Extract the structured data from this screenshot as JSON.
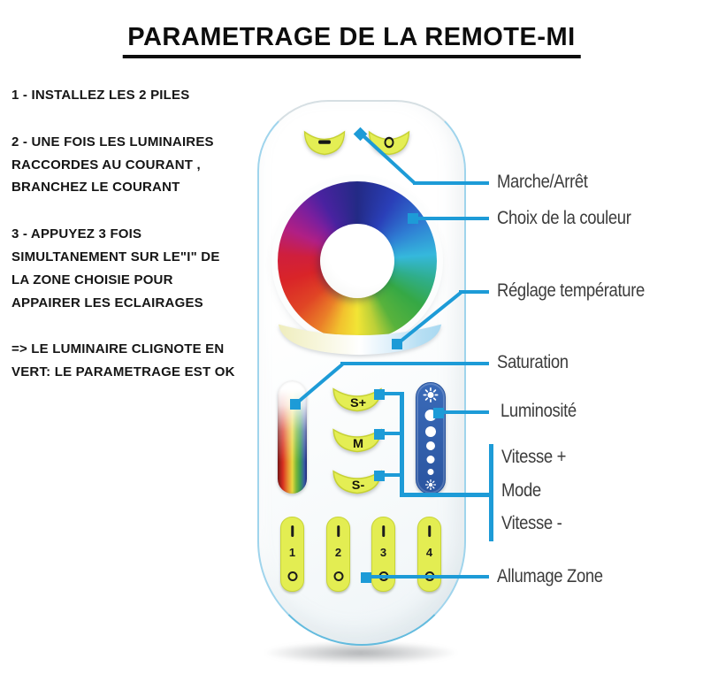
{
  "title": "PARAMETRAGE DE LA REMOTE-MI",
  "instructions": {
    "step1": "1 - INSTALLEZ LES 2 PILES",
    "step2": "2 - UNE FOIS LES LUMINAIRES RACCORDES AU COURANT , BRANCHEZ LE COURANT",
    "step3": "3 - APPUYEZ 3 FOIS SIMULTANEMENT SUR LE\"I\" DE LA ZONE CHOISIE POUR APPAIRER LES ECLAIRAGES",
    "result": "=> LE LUMINAIRE CLIGNOTE EN VERT: LE PARAMETRAGE EST OK"
  },
  "callouts": {
    "power": "Marche/Arrêt",
    "color_choice": "Choix de la couleur",
    "temperature": "Réglage température",
    "saturation": "Saturation",
    "brightness": "Luminosité",
    "speed_up": "Vitesse +",
    "mode": "Mode",
    "speed_down": "Vitesse -",
    "zone": "Allumage Zone"
  },
  "remote": {
    "speed_buttons": {
      "s_plus": "S+",
      "mode": "M",
      "s_minus": "S-"
    },
    "zones": [
      {
        "number": "1"
      },
      {
        "number": "2"
      },
      {
        "number": "3"
      },
      {
        "number": "4"
      }
    ]
  },
  "colors": {
    "callout_blue": "#1d9bd7",
    "button_yellow": "#e3ed52",
    "slider_blue": "#2d5ca6",
    "text_dark": "#3c3c3c"
  }
}
